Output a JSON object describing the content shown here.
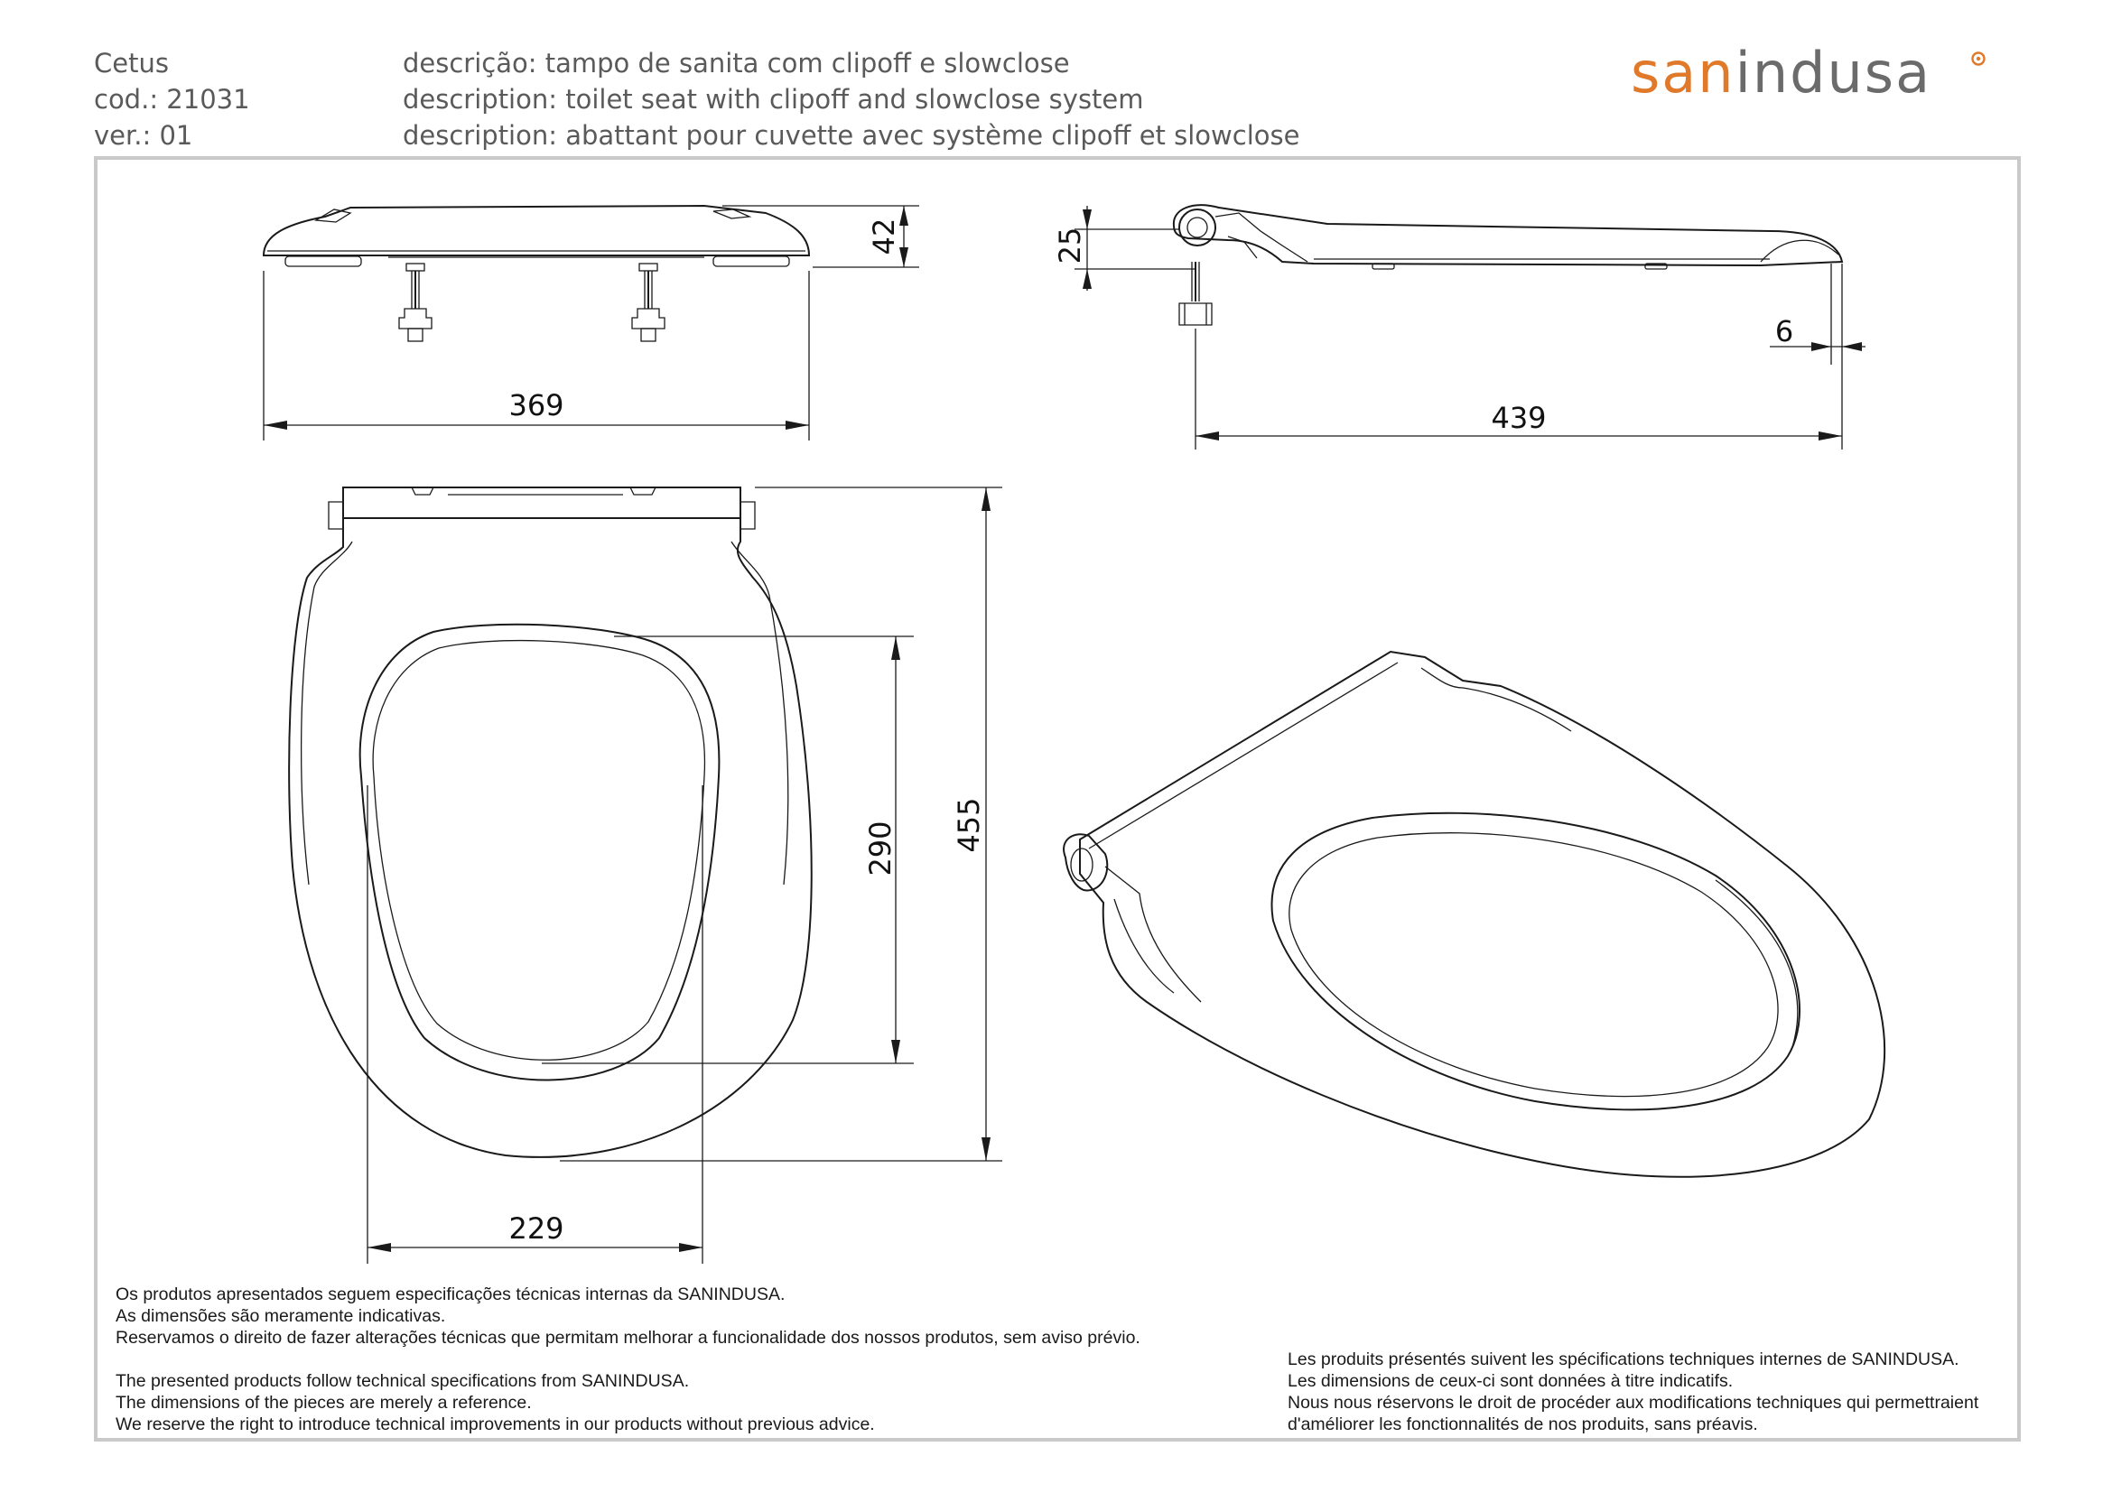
{
  "header": {
    "product_name": "Cetus",
    "code": "cod.: 21031",
    "version": "ver.: 01",
    "description_pt": "descrição: tampo de sanita com clipoff e slowclose",
    "description_en": "description: toilet seat with clipoff and slowclose system",
    "description_fr": "description: abattant pour cuvette avec système clipoff et slowclose"
  },
  "brand": {
    "logo_part1": "san",
    "logo_part2": "indusa",
    "accent_color": "#e07a2a",
    "text_color": "#6b6b6b"
  },
  "dimensions": {
    "front_height": "42",
    "front_width": "369",
    "side_height": "25",
    "side_offset": "6",
    "side_length": "439",
    "plan_inner_length": "290",
    "plan_total_length": "455",
    "plan_inner_width": "229"
  },
  "notes": {
    "pt": [
      "Os produtos apresentados seguem especificações técnicas internas da SANINDUSA.",
      "As dimensões são meramente indicativas.",
      "Reservamos o direito de fazer alterações técnicas que permitam melhorar a funcionalidade dos nossos produtos, sem aviso prévio."
    ],
    "en": [
      "The presented products follow technical specifications from SANINDUSA.",
      "The dimensions of the pieces are merely a reference.",
      "We reserve the right to introduce technical improvements in our products without previous advice."
    ],
    "fr": [
      "Les produits présentés suivent les spécifications techniques internes de SANINDUSA.",
      "Les dimensions de ceux-ci sont données à titre indicatifs.",
      "Nous nous réservons le droit de procéder aux modifications techniques qui permettraient",
      "d'améliorer les fonctionnalités de nos produits, sans préavis."
    ]
  }
}
